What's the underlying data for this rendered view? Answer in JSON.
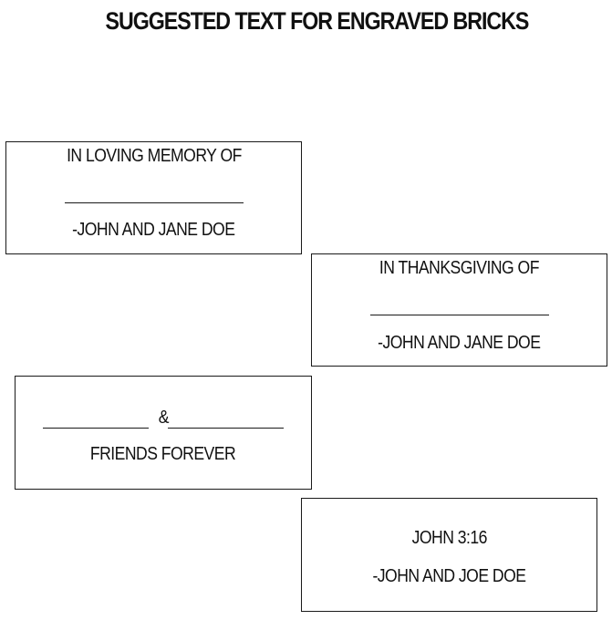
{
  "title": "SUGGESTED TEXT FOR ENGRAVED BRICKS",
  "bricks": [
    {
      "line1": "IN LOVING MEMORY OF",
      "signature": "-JOHN AND JANE DOE"
    },
    {
      "line1": "IN THANKSGIVING OF",
      "signature": "-JOHN AND JANE DOE"
    },
    {
      "connector": "&",
      "line2": "FRIENDS FOREVER"
    },
    {
      "line1": "JOHN 3:16",
      "signature": "-JOHN AND JOE DOE"
    }
  ]
}
